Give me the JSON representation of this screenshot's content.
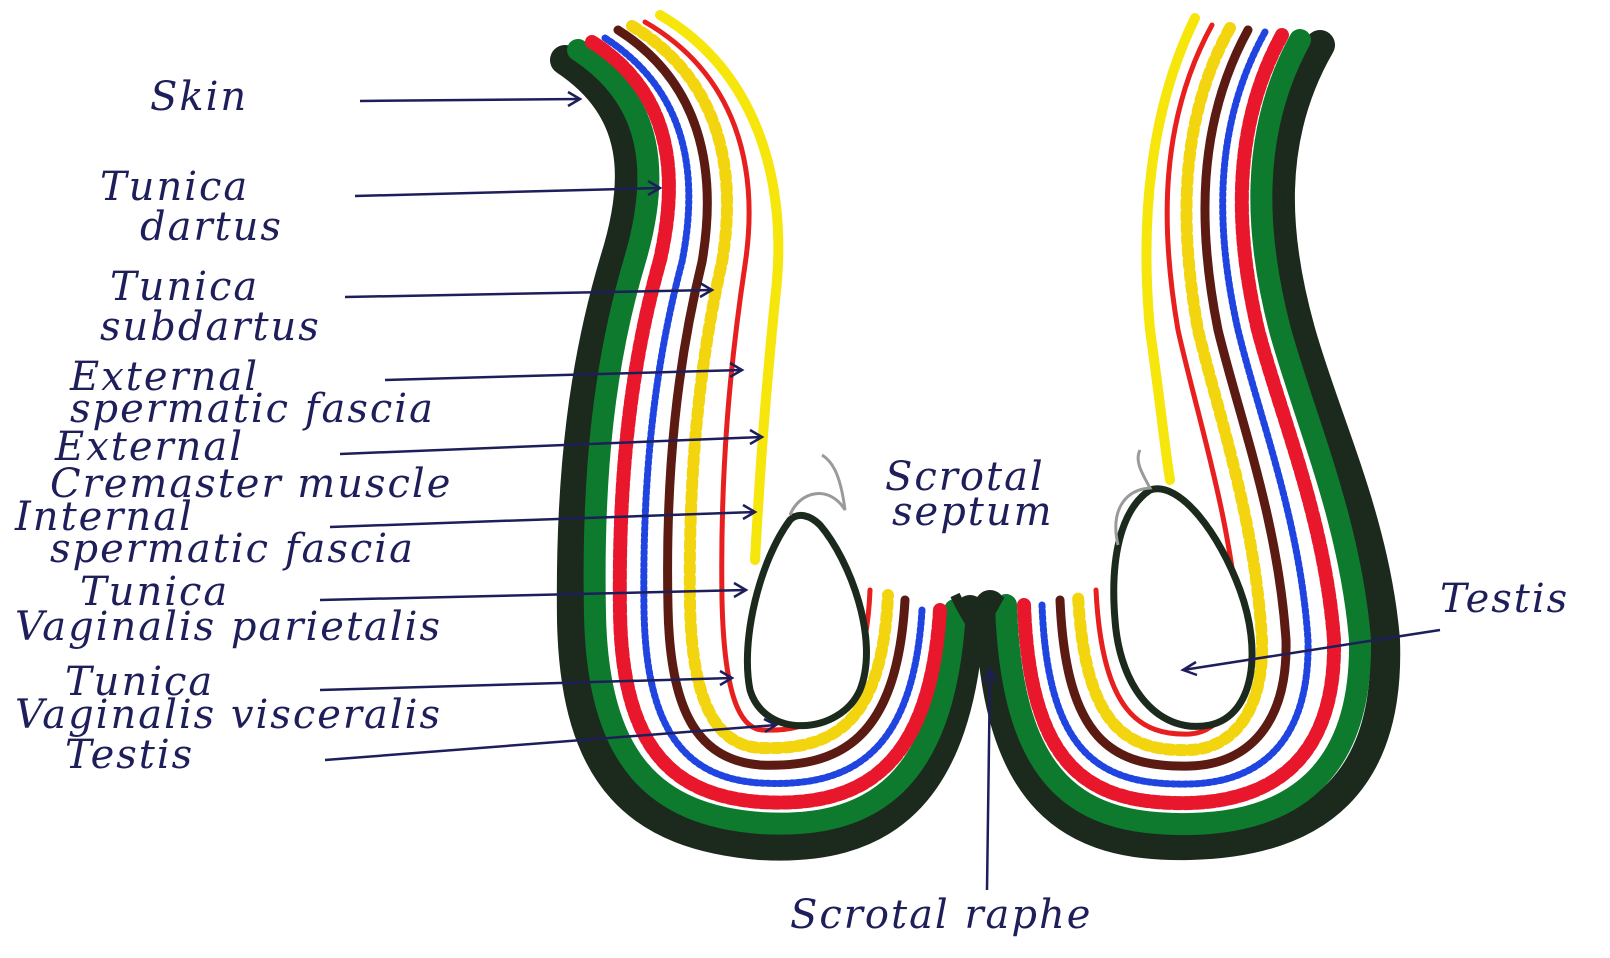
{
  "colors": {
    "skin": "#1c2a1e",
    "dartus": "#0d7a2e",
    "subdartus": "#e8172b",
    "external_spermatic_fascia": "#1f44e0",
    "cremaster": "#5b1a12",
    "internal_spermatic_fascia": "#f2d50e",
    "parietalis": "#e81f1f",
    "visceralis": "#f6e60c",
    "ink": "#1e1e5a"
  },
  "labels": {
    "skin": "Skin",
    "tunica_dartus_1": "Tunica",
    "tunica_dartus_2": "dartus",
    "tunica_subdartus_1": "Tunica",
    "tunica_subdartus_2": "subdartus",
    "external_spermatic_1": "External",
    "external_spermatic_2": "spermatic fascia",
    "external_cremaster_1": "External",
    "external_cremaster_2": "Cremaster muscle",
    "internal_spermatic_1": "Internal",
    "internal_spermatic_2": "spermatic fascia",
    "vag_parietalis_1": "Tunica",
    "vag_parietalis_2": "Vaginalis parietalis",
    "vag_visceralis_1": "Tunica",
    "vag_visceralis_2": "Vaginalis visceralis",
    "testis_left": "Testis",
    "scrotal_septum_1": "Scrotal",
    "scrotal_septum_2": "septum",
    "testis_right": "Testis",
    "scrotal_raphe": "Scrotal raphe"
  }
}
